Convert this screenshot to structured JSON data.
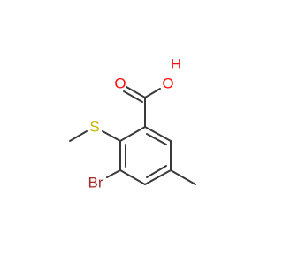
{
  "colors": {
    "bond": "#3a3a3a",
    "oxygen": "#ff0d0d",
    "sulfur": "#c8b400",
    "bromine": "#a62929",
    "background": "#ffffff"
  },
  "atoms": {
    "carbonyl_oxygen": "O",
    "hydroxyl_oxygen": "O",
    "hydroxyl_hydrogen": "H",
    "sulfur": "S",
    "bromine": "Br"
  }
}
